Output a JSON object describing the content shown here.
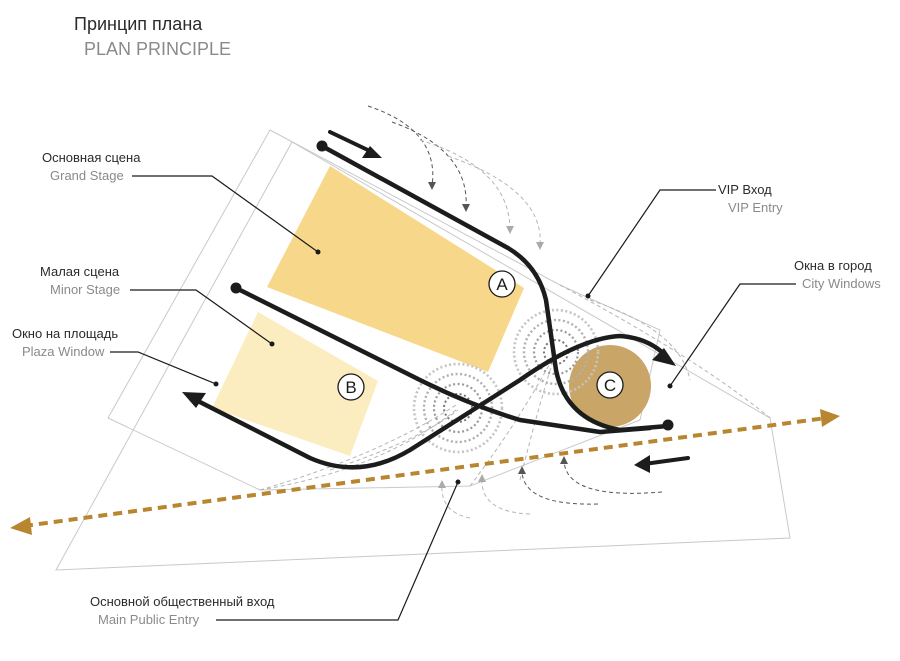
{
  "title": {
    "ru": "Принцип плана",
    "en": "PLAN PRINCIPLE"
  },
  "labels": {
    "grand_stage": {
      "ru": "Основная сцена",
      "en": "Grand Stage"
    },
    "minor_stage": {
      "ru": "Малая сцена",
      "en": "Minor Stage"
    },
    "plaza_window": {
      "ru": "Окно на площадь",
      "en": "Plaza Window"
    },
    "vip_entry": {
      "ru": "VIP Вход",
      "en": "VIP Entry"
    },
    "city_windows": {
      "ru": "Окна в город",
      "en": "City Windows"
    },
    "main_entry": {
      "ru": "Основной общественный вход",
      "en": "Main Public Entry"
    }
  },
  "zones": {
    "a": "A",
    "b": "B",
    "c": "C"
  },
  "colors": {
    "grand_stage_fill": "#f7d88a",
    "minor_stage_fill": "#fbedc0",
    "zone_c_fill": "#c9a567",
    "axis": "#b8862e",
    "path": "#1c1c1c"
  }
}
